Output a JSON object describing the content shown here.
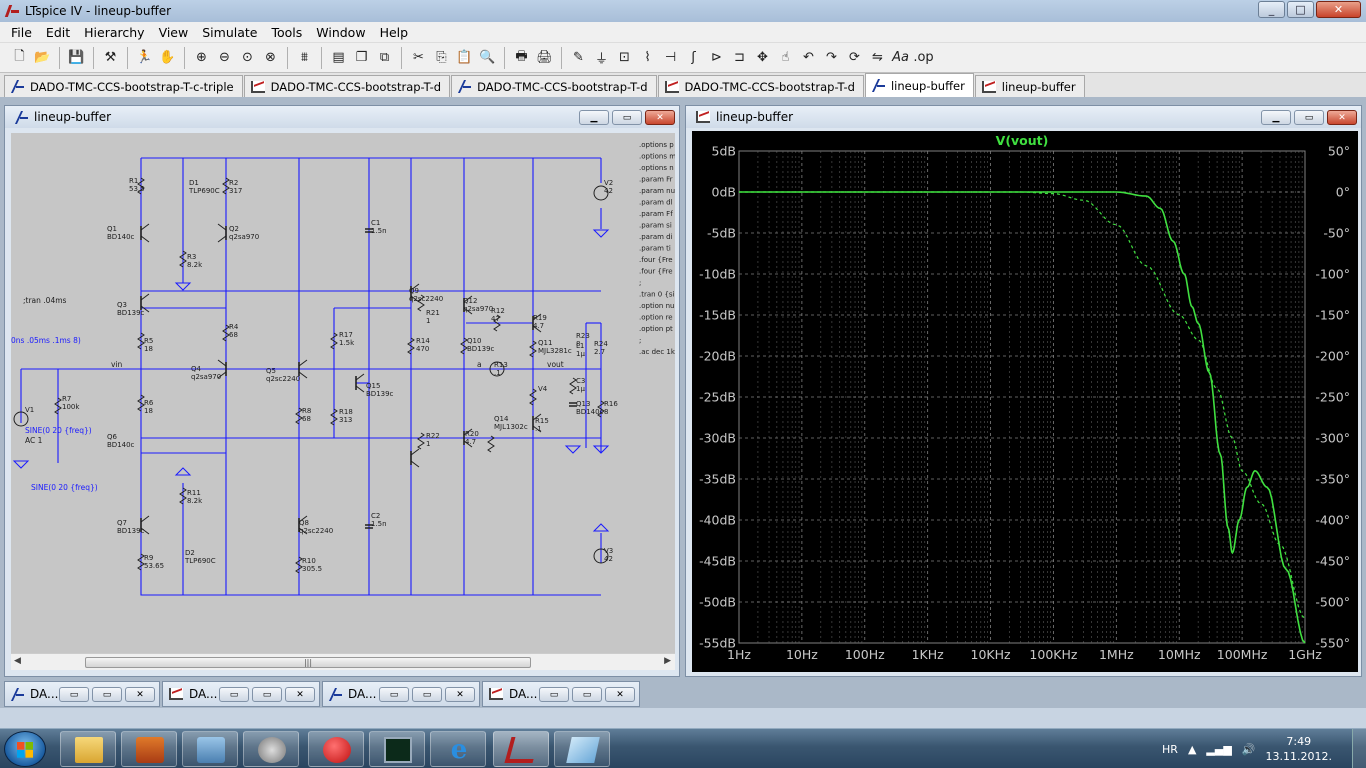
{
  "window": {
    "title": "LTspice IV - lineup-buffer",
    "min": "_",
    "max": "□",
    "close": "✕"
  },
  "menu": [
    "File",
    "Edit",
    "Hierarchy",
    "View",
    "Simulate",
    "Tools",
    "Window",
    "Help"
  ],
  "toolbar_icons": [
    "new-schematic-icon",
    "open-icon",
    "save-icon",
    "control-panel-icon",
    "run-icon",
    "halt-icon",
    "zoom-in-icon",
    "zoom-out-icon",
    "zoom-fit-icon",
    "zoom-cancel-icon",
    "autorange-icon",
    "tile-horizontal-icon",
    "cascade-icon",
    "close-windows-icon",
    "cut-icon",
    "copy-icon",
    "paste-icon",
    "find-icon",
    "print-setup-icon",
    "print-icon",
    "wire-icon",
    "ground-icon",
    "label-icon",
    "resistor-icon",
    "capacitor-icon",
    "inductor-icon",
    "diode-icon",
    "component-icon",
    "move-icon",
    "drag-icon",
    "undo-icon",
    "redo-icon",
    "rotate-icon",
    "mirror-icon",
    "text-icon",
    "spice-directive-icon"
  ],
  "tabs": [
    {
      "label": "DADO-TMC-CCS-bootstrap-T-c-triple",
      "kind": "schematic"
    },
    {
      "label": "DADO-TMC-CCS-bootstrap-T-d",
      "kind": "plot"
    },
    {
      "label": "DADO-TMC-CCS-bootstrap-T-d",
      "kind": "schematic"
    },
    {
      "label": "DADO-TMC-CCS-bootstrap-T-d",
      "kind": "plot"
    },
    {
      "label": "lineup-buffer",
      "kind": "schematic",
      "active": true
    },
    {
      "label": "lineup-buffer",
      "kind": "plot"
    }
  ],
  "schematic_window": {
    "title": "lineup-buffer"
  },
  "plot_window": {
    "title": "lineup-buffer"
  },
  "minimized": [
    {
      "label": "DA...",
      "kind": "schematic"
    },
    {
      "label": "DA...",
      "kind": "plot"
    },
    {
      "label": "DA...",
      "kind": "schematic"
    },
    {
      "label": "DA...",
      "kind": "plot"
    }
  ],
  "schematic": {
    "directives": [
      ".options p",
      ".options m",
      ".options n",
      ".param Fr",
      ".param nu",
      ".param dl",
      ".param Ff",
      ".param si",
      ".param di",
      ".param ti",
      ".four {Fre",
      ".four {Fre",
      ";",
      ".tran 0 {si",
      ".option nu",
      ".option re",
      ".option pt",
      ";",
      ".ac dec 1k"
    ],
    "tran_label": ";tran .04ms",
    "source_label_left": "0ns .05ms .1ms 8)",
    "sine1": "SINE(0 20 {freq})",
    "sine2": "SINE(0 20 {freq})",
    "ac": "AC 1",
    "node_vin": "vin",
    "node_vout": "vout",
    "node_a": "a",
    "parts": [
      [
        "R1",
        "53.5"
      ],
      [
        "D1",
        "TLP690C"
      ],
      [
        "R2",
        "317"
      ],
      [
        "Q1",
        "BD140c"
      ],
      [
        "Q2",
        "q2sa970"
      ],
      [
        "R3",
        "8.2k"
      ],
      [
        "Q3",
        "BD139c"
      ],
      [
        "R4",
        "68"
      ],
      [
        "R5",
        "18"
      ],
      [
        "Q4",
        "q2sa970"
      ],
      [
        "Q5",
        "q2sc2240"
      ],
      [
        "R6",
        "18"
      ],
      [
        "Q6",
        "BD140c"
      ],
      [
        "R7",
        "100k"
      ],
      [
        "V1",
        ""
      ],
      [
        "R8",
        "68"
      ],
      [
        "C1",
        "1.5n"
      ],
      [
        "R17",
        "1.5k"
      ],
      [
        "R18",
        "313"
      ],
      [
        "Q15",
        "BD139c"
      ],
      [
        "R14",
        "470"
      ],
      [
        "Q9",
        "q2sc2240"
      ],
      [
        "R21",
        "1"
      ],
      [
        "R22",
        "1"
      ],
      [
        "Q12",
        "q2sa970"
      ],
      [
        "Q10",
        "BD139c"
      ],
      [
        "R12",
        "47"
      ],
      [
        "R19",
        "4.7"
      ],
      [
        "Q11",
        "MJL3281c"
      ],
      [
        "R13",
        ".1"
      ],
      [
        "V4",
        ""
      ],
      [
        "R15",
        ".1"
      ],
      [
        "Q14",
        "MJL1302c"
      ],
      [
        "R20",
        "4.7"
      ],
      [
        "Q13",
        "BD140c"
      ],
      [
        "C3",
        "1µ"
      ],
      [
        "R23",
        "8"
      ],
      [
        "R16",
        "8"
      ],
      [
        "L1",
        "1µ"
      ],
      [
        "R24",
        "2.7"
      ],
      [
        "V2",
        "42"
      ],
      [
        "V3",
        "42"
      ],
      [
        "R11",
        "8.2k"
      ],
      [
        "Q7",
        "BD139c"
      ],
      [
        "Q8",
        "q2sc2240"
      ],
      [
        "R9",
        "53.65"
      ],
      [
        "D2",
        "TLP690C"
      ],
      [
        "R10",
        "305.5"
      ],
      [
        "C2",
        "1.5n"
      ]
    ]
  },
  "chart_data": {
    "type": "line",
    "title": "V(vout)",
    "x_scale": "log",
    "x_ticks": [
      "1Hz",
      "10Hz",
      "100Hz",
      "1KHz",
      "10KHz",
      "100KHz",
      "1MHz",
      "10MHz",
      "100MHz",
      "1GHz"
    ],
    "x_range_hz": [
      1,
      1000000000
    ],
    "y_left_ticks": [
      "5dB",
      "0dB",
      "-5dB",
      "-10dB",
      "-15dB",
      "-20dB",
      "-25dB",
      "-30dB",
      "-35dB",
      "-40dB",
      "-45dB",
      "-50dB",
      "-55dB"
    ],
    "y_left_range_db": [
      -55,
      5
    ],
    "y_right_ticks": [
      "50°",
      "0°",
      "-50°",
      "-100°",
      "-150°",
      "-200°",
      "-250°",
      "-300°",
      "-350°",
      "-400°",
      "-450°",
      "-500°",
      "-550°"
    ],
    "y_right_range_deg": [
      -550,
      50
    ],
    "grid": true,
    "series": [
      {
        "role": "magnitude",
        "color": "#40e040",
        "style": "solid",
        "points_hz_db": [
          [
            1,
            0
          ],
          [
            30000,
            0
          ],
          [
            1000000,
            0
          ],
          [
            3000000,
            -0.5
          ],
          [
            5000000,
            -2
          ],
          [
            8000000,
            -6
          ],
          [
            12000000,
            -10
          ],
          [
            16000000,
            -14
          ],
          [
            20000000,
            -16
          ],
          [
            30000000,
            -22
          ],
          [
            45000000,
            -32
          ],
          [
            60000000,
            -41
          ],
          [
            70000000,
            -44
          ],
          [
            90000000,
            -40
          ],
          [
            120000000,
            -36
          ],
          [
            160000000,
            -34
          ],
          [
            250000000,
            -36
          ],
          [
            500000000,
            -46
          ],
          [
            1000000000,
            -55
          ]
        ]
      },
      {
        "role": "phase",
        "color": "#40e040",
        "style": "dashed",
        "points_hz_deg": [
          [
            1,
            0
          ],
          [
            30000,
            0
          ],
          [
            100000,
            -2
          ],
          [
            300000,
            -10
          ],
          [
            1000000,
            -40
          ],
          [
            3000000,
            -90
          ],
          [
            10000000,
            -150
          ],
          [
            20000000,
            -180
          ],
          [
            40000000,
            -240
          ],
          [
            70000000,
            -300
          ],
          [
            100000000,
            -340
          ],
          [
            200000000,
            -380
          ],
          [
            400000000,
            -430
          ],
          [
            1000000000,
            -520
          ]
        ]
      }
    ]
  }
}
